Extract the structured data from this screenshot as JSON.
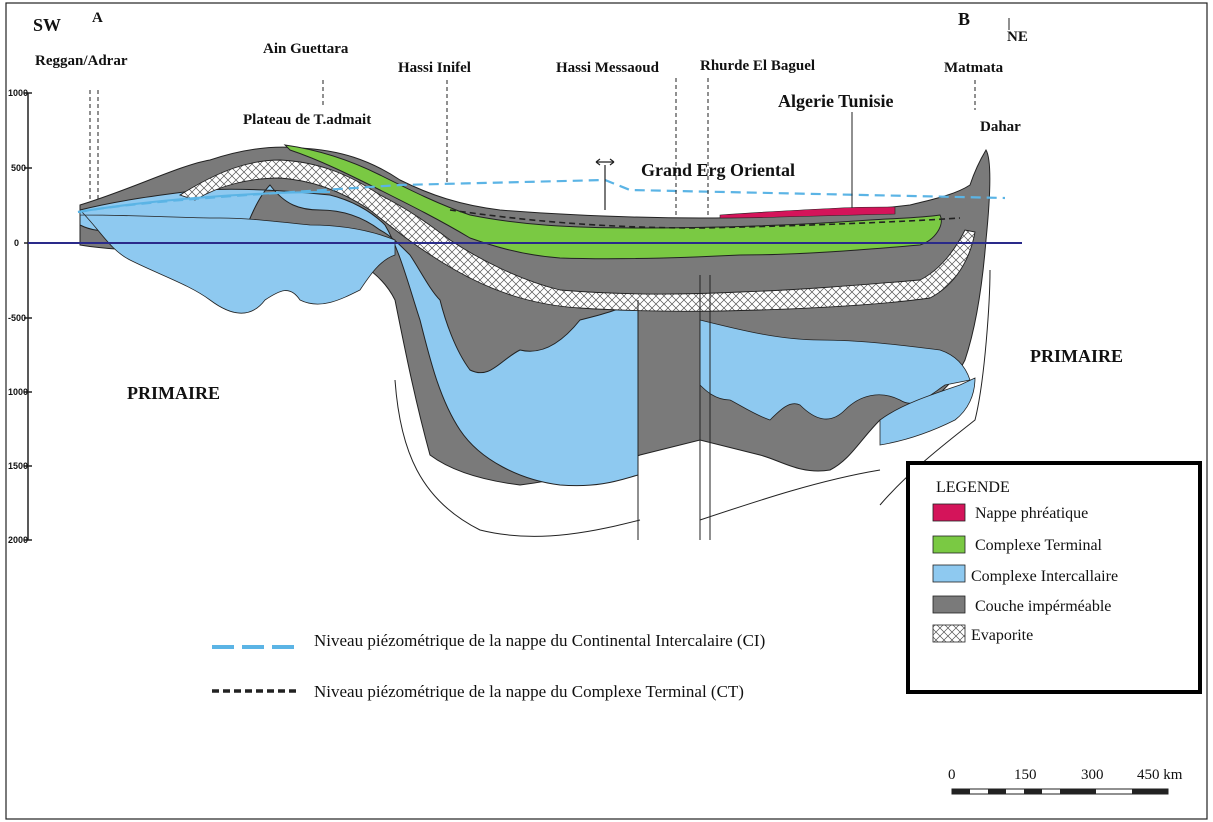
{
  "corners": {
    "sw": "SW",
    "ne": "NE",
    "a": "A",
    "b": "B"
  },
  "places": {
    "reggan": "Reggan/Adrar",
    "ain_guettara": "Ain Guettara",
    "plateau": "Plateau de T.admait",
    "hassi_inifel": "Hassi Inifel",
    "hassi_messaoud": "Hassi Messaoud",
    "rhurde": "Rhurde El Baguel",
    "matmata": "Matmata",
    "algerie_tunisie": "Algerie Tunisie",
    "dahar": "Dahar",
    "grand_erg": "Grand Erg Oriental"
  },
  "regions": {
    "primaire_left": "PRIMAIRE",
    "primaire_right": "PRIMAIRE"
  },
  "elevation_ticks": [
    "1000",
    "500",
    "0",
    "-500",
    "1000",
    "1500",
    "2000"
  ],
  "legend": {
    "title": "LEGENDE",
    "items": [
      {
        "label": "Nappe phréatique",
        "color": "#d4145a"
      },
      {
        "label": "Complexe Terminal",
        "color": "#7ac943"
      },
      {
        "label": "Complexe Intercallaire",
        "color": "#8ec9f0"
      },
      {
        "label": "Couche impérméable",
        "color": "#7a7a7a"
      },
      {
        "label": "Evaporite",
        "color": "#ffffff"
      }
    ]
  },
  "piezometric": {
    "ci": {
      "label": "Niveau piézométrique de la nappe du Continental Intercalaire (CI)",
      "color": "#5bb4e5"
    },
    "ct": {
      "label": "Niveau piézométrique de la nappe du Complexe Terminal (CT)",
      "color": "#222222"
    }
  },
  "scale_bar": {
    "ticks": [
      "0",
      "150",
      "300",
      "450 km"
    ]
  },
  "colors": {
    "sea_level_line": "#2a2a8a",
    "terminal": "#7ac943",
    "intercalaire": "#8ec9f0",
    "impermeable": "#7a7a7a",
    "nappe": "#d4145a"
  }
}
